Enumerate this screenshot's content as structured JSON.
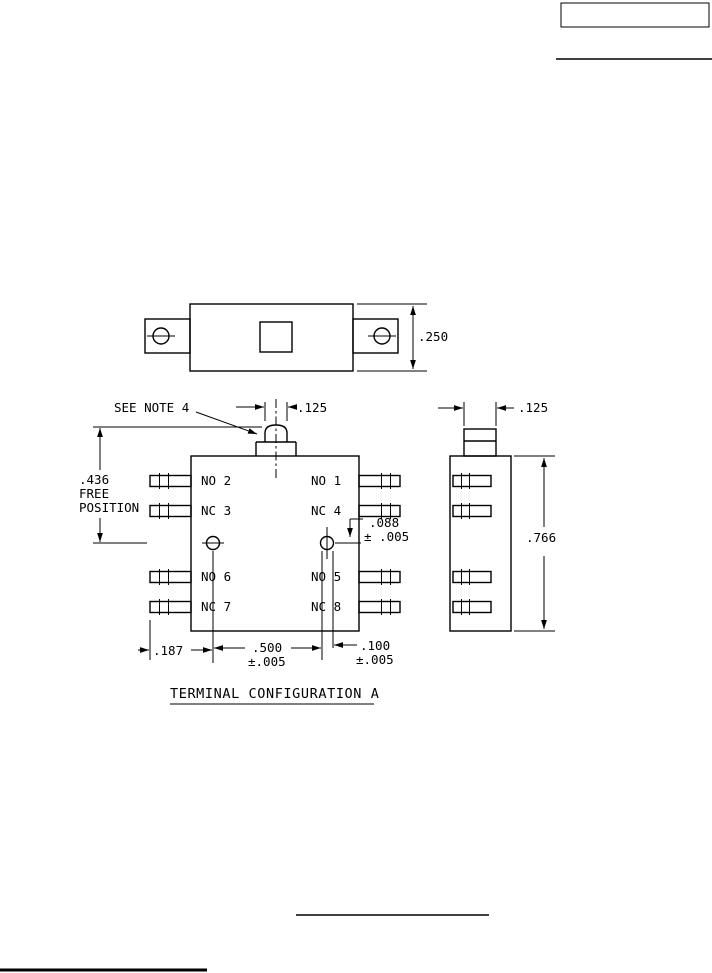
{
  "colors": {
    "ink": "#000000",
    "paper": "#ffffff"
  },
  "title": {
    "text": "TERMINAL CONFIGURATION A"
  },
  "top_view": {
    "dim_250": ".250"
  },
  "front_view": {
    "see_note": "SEE NOTE 4",
    "dim_125": ".125",
    "dim_436": ".436",
    "free_line1": "FREE",
    "free_line2": "POSITION",
    "labels_left": [
      "NO 2",
      "NC 3",
      "NO 6",
      "NC 7"
    ],
    "labels_right": [
      "NO 1",
      "NC 4",
      "NO 5",
      "NC 8"
    ],
    "dim_088": ".088",
    "dim_088_tol": "± .005",
    "dim_187": ".187",
    "dim_500": ".500",
    "dim_500_tol": "±.005",
    "dim_100": ".100",
    "dim_100_tol": "±.005"
  },
  "side_view": {
    "dim_125": ".125",
    "dim_766": ".766"
  }
}
